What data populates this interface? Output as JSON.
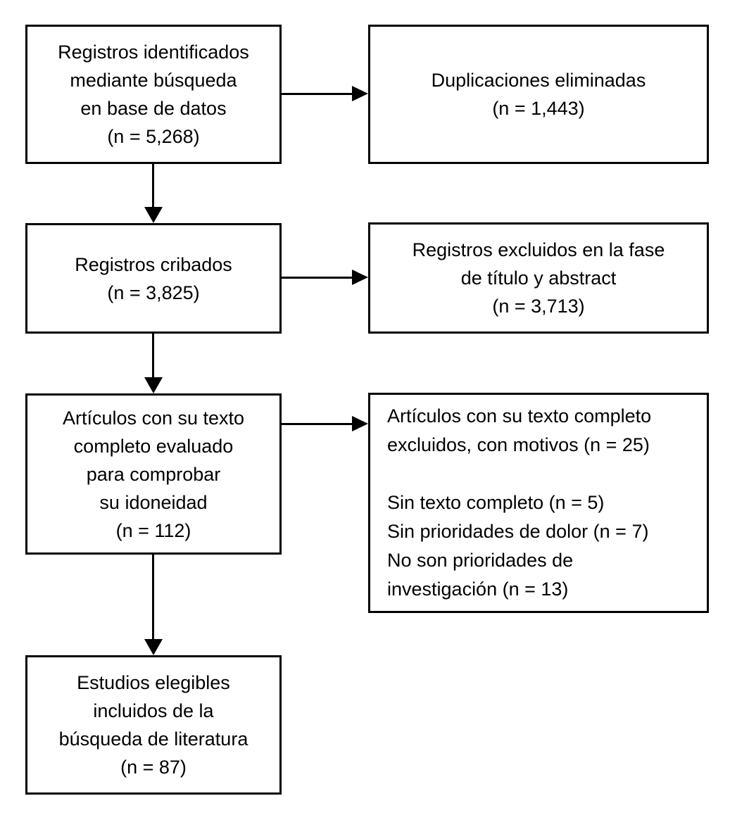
{
  "diagram": {
    "type": "flowchart",
    "language": "es",
    "colors": {
      "background": "#ffffff",
      "box_border": "#000000",
      "text": "#000000",
      "arrow": "#000000"
    },
    "boxes": {
      "identified": {
        "lines": [
          "Registros identificados",
          "mediante búsqueda",
          "en base de datos",
          "(n = 5,268)"
        ],
        "n": 5268
      },
      "duplicates": {
        "lines": [
          "Duplicaciones eliminadas",
          "(n = 1,443)"
        ],
        "n": 1443
      },
      "screened": {
        "lines": [
          "Registros cribados",
          "(n = 3,825)"
        ],
        "n": 3825
      },
      "excluded_title_abstract": {
        "lines": [
          "Registros excluidos en la fase",
          "de título y abstract",
          "(n = 3,713)"
        ],
        "n": 3713
      },
      "fulltext_assessed": {
        "lines": [
          "Artículos con su texto",
          "completo evaluado",
          "para comprobar",
          "su idoneidad",
          "(n = 112)"
        ],
        "n": 112
      },
      "fulltext_excluded": {
        "lines": [
          "Artículos con su texto completo",
          "excluidos, con motivos (n = 25)",
          "",
          "Sin texto completo (n = 5)",
          "Sin prioridades de dolor (n = 7)",
          "No son prioridades de",
          "investigación (n = 13)"
        ],
        "n": 25
      },
      "included": {
        "lines": [
          "Estudios elegibles",
          "incluidos de la",
          "búsqueda de literatura",
          "(n = 87)"
        ],
        "n": 87
      }
    }
  }
}
